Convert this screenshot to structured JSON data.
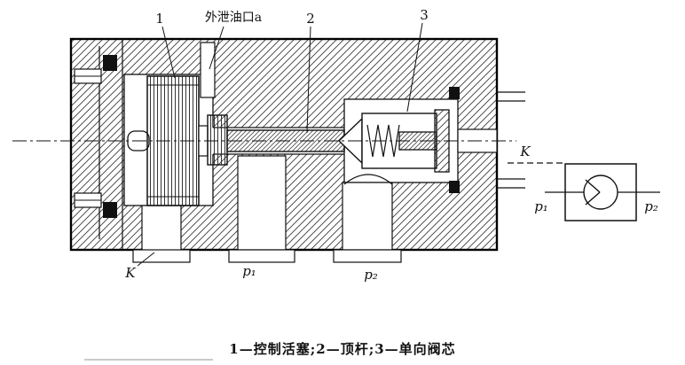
{
  "figure": {
    "callouts": {
      "part1": "1",
      "part2": "2",
      "part3": "3",
      "drain_port": "外泄油口a"
    },
    "ports": {
      "pilot": "K",
      "inlet": "p₁",
      "outlet": "p₂"
    },
    "symbol": {
      "pilot": "K",
      "inlet": "p₁",
      "outlet": "p₂"
    },
    "caption": "1—控制活塞;2—顶杆;3—单向阀芯"
  }
}
